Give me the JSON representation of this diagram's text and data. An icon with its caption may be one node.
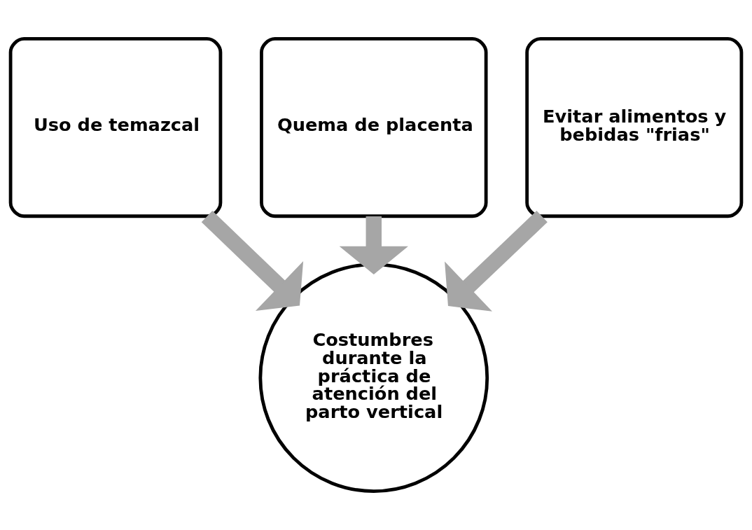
{
  "diagram": {
    "nodes": [
      {
        "text": [
          "Quema de placenta"
        ]
      },
      {
        "text": [
          "Uso de temazcal"
        ]
      },
      {
        "text": [
          "Evitar alimentos y bebidas \"frias\""
        ]
      },
      {
        "text": [
          "Costumbres durante la práctica de atención del parto vertical"
        ]
      }
    ],
    "edges": [
      {
        "from": 1,
        "to": 3,
        "arrow": "to"
      },
      {
        "from": 0,
        "to": 3,
        "arrow": "to"
      },
      {
        "from": 2,
        "to": 3,
        "arrow": "to"
      }
    ]
  }
}
